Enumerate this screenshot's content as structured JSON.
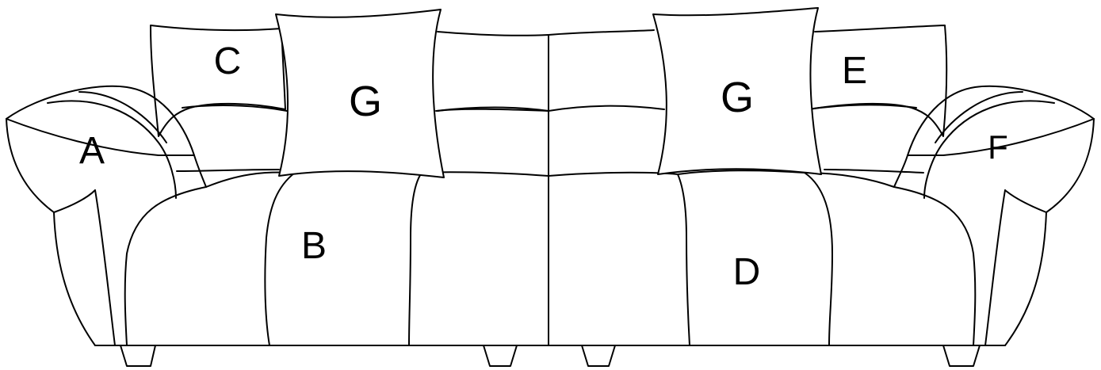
{
  "labels": {
    "a": "A",
    "b": "B",
    "c": "C",
    "d": "D",
    "e": "E",
    "f": "F",
    "g_left": "G",
    "g_right": "G"
  },
  "colors": {
    "stroke": "#000000",
    "background": "#ffffff"
  }
}
